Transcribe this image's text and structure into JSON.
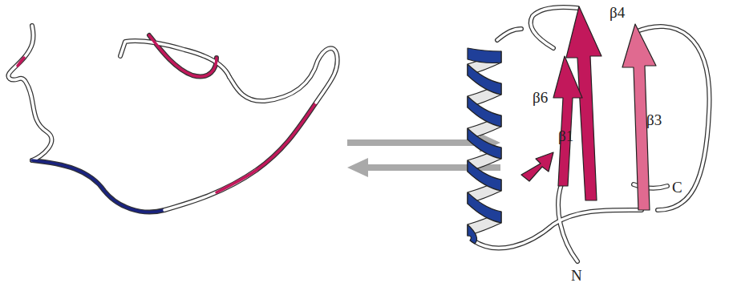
{
  "diagram": {
    "labels": [
      "β4",
      "β6",
      "β3",
      "β1",
      "C",
      "N"
    ]
  }
}
